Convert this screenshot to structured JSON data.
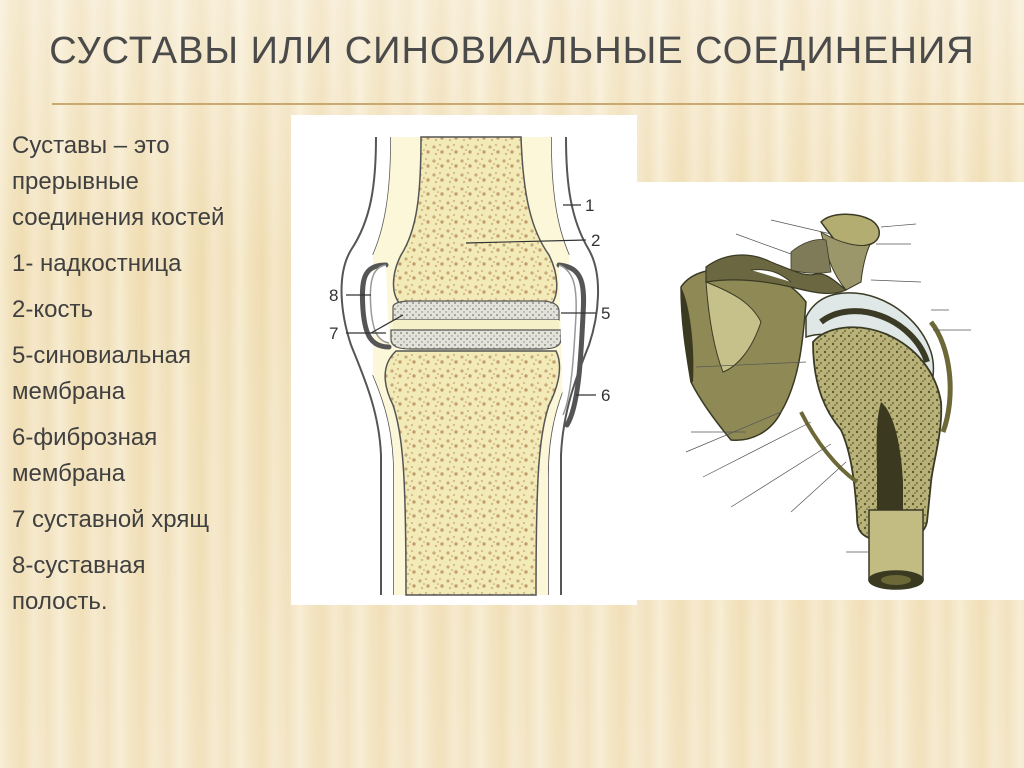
{
  "slide": {
    "title": "СУСТАВЫ ИЛИ СИНОВИАЛЬНЫЕ СОЕДИНЕНИЯ",
    "text_lines": [
      "Суставы – это",
      "прерывные",
      "соединения костей",
      "1- надкостница",
      "2-кость",
      "5-синовиальная",
      "мембрана",
      "6-фиброзная",
      "мембрана",
      "7 суставной хрящ",
      "8-суставная",
      "полость."
    ],
    "text_color": "#404040"
  },
  "knee_diagram": {
    "labels": {
      "l1": "1",
      "l2": "2",
      "l5": "5",
      "l6": "6",
      "l7": "7",
      "l8": "8"
    },
    "colors": {
      "bone": "#f3ebb7",
      "spots": "#c9a97a",
      "cartilage": "#dcdcd0",
      "outline": "#555555"
    }
  },
  "shoulder_diagram": {
    "colors": {
      "bone": "#b3ad72",
      "dark": "#3b3a20",
      "cartilage": "#dfe8e6",
      "outline": "#3a3a25"
    }
  }
}
